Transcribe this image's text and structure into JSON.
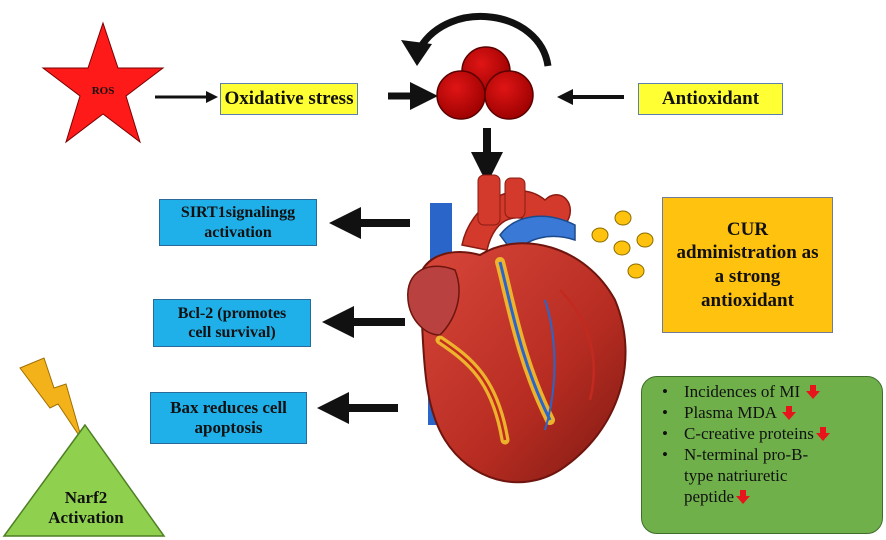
{
  "ros": {
    "label": "ROS"
  },
  "oxidative_stress": {
    "label": "Oxidative stress"
  },
  "antioxidant": {
    "label": "Antioxidant"
  },
  "sirt1": {
    "line1": "SIRT1signalingg",
    "line2": "activation"
  },
  "bcl2": {
    "line1": "Bcl-2 (promotes",
    "line2": "cell survival)"
  },
  "bax": {
    "line1": "Bax reduces cell",
    "line2": "apoptosis"
  },
  "cur": {
    "line1": "CUR",
    "line2": "administration as",
    "line3": "a strong",
    "line4": "antioxidant"
  },
  "narf2": {
    "line1": "Narf2",
    "line2": "Activation"
  },
  "outcomes": {
    "items": [
      {
        "text": "Incidences of MI",
        "decrease": true
      },
      {
        "text": "Plasma MDA",
        "decrease": true
      },
      {
        "text": "C-creative proteins",
        "decrease": true
      },
      {
        "text": "N-terminal pro-B-",
        "decrease": false
      },
      {
        "text": "type natriuretic",
        "decrease": false
      },
      {
        "text": "peptide",
        "decrease": true
      }
    ]
  },
  "colors": {
    "ros_star": "#ff1a1a",
    "oxidative_box": "#ffff33",
    "signal_box": "#1fb0ea",
    "cur_box": "#ffc20e",
    "outcome_panel": "#6fb04a",
    "narf2_triangle": "#8fd14f",
    "lightning": "#f4b21a",
    "cell": "#c00000"
  }
}
